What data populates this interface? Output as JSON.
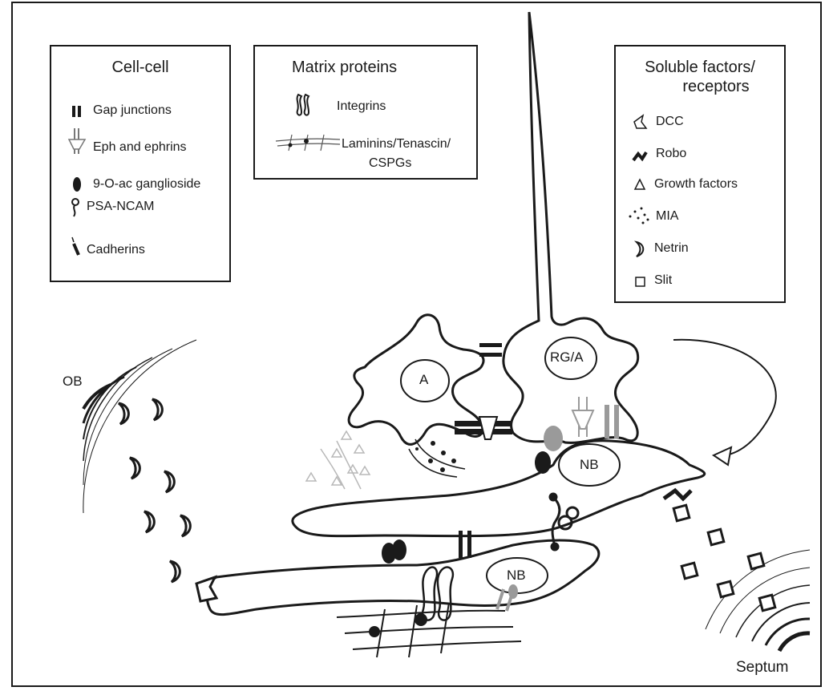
{
  "legends": {
    "cell_cell": {
      "title": "Cell-cell",
      "items": [
        "Gap junctions",
        "Eph and ephrins",
        "9-O-ac ganglioside",
        "PSA-NCAM",
        "Cadherins"
      ]
    },
    "matrix": {
      "title": "Matrix proteins",
      "items": [
        "Integrins",
        "Laminins/Tenascin/",
        "CSPGs"
      ]
    },
    "soluble": {
      "title_line1": "Soluble factors/",
      "title_line2": "receptors",
      "items": [
        "DCC",
        "Robo",
        "Growth factors",
        "MIA",
        "Netrin",
        "Slit"
      ]
    }
  },
  "labels": {
    "ob": "OB",
    "septum": "Septum",
    "astrocyte": "A",
    "radial_glia": "RG/A",
    "neuroblast_upper": "NB",
    "neuroblast_lower": "NB"
  },
  "colors": {
    "ink": "#1a1a1a",
    "gray": "#9a9a9a",
    "light": "#b8b8b8"
  }
}
